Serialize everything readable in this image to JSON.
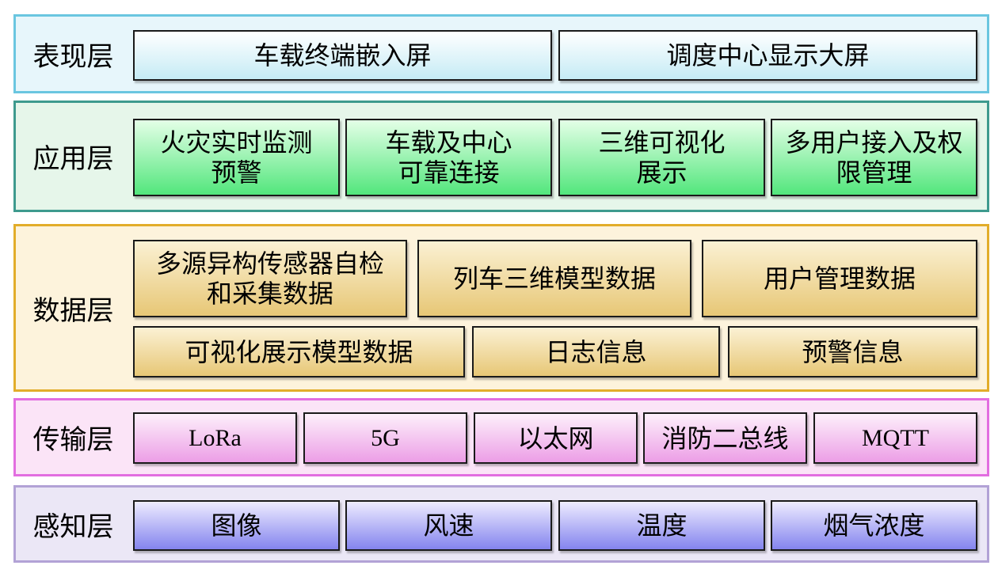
{
  "layers": {
    "presentation": {
      "label": "表现层",
      "items": [
        "车载终端嵌入屏",
        "调度中心显示大屏"
      ]
    },
    "application": {
      "label": "应用层",
      "items": [
        "火灾实时监测\n预警",
        "车载及中心\n可靠连接",
        "三维可视化\n展示",
        "多用户接入及权\n限管理"
      ]
    },
    "data": {
      "label": "数据层",
      "items": [
        "多源异构传感器自检\n和采集数据",
        "列车三维模型数据",
        "用户管理数据",
        "可视化展示模型数据",
        "日志信息",
        "预警信息"
      ]
    },
    "transport": {
      "label": "传输层",
      "items": [
        "LoRa",
        "5G",
        "以太网",
        "消防二总线",
        "MQTT"
      ]
    },
    "perception": {
      "label": "感知层",
      "items": [
        "图像",
        "风速",
        "温度",
        "烟气浓度"
      ]
    }
  }
}
